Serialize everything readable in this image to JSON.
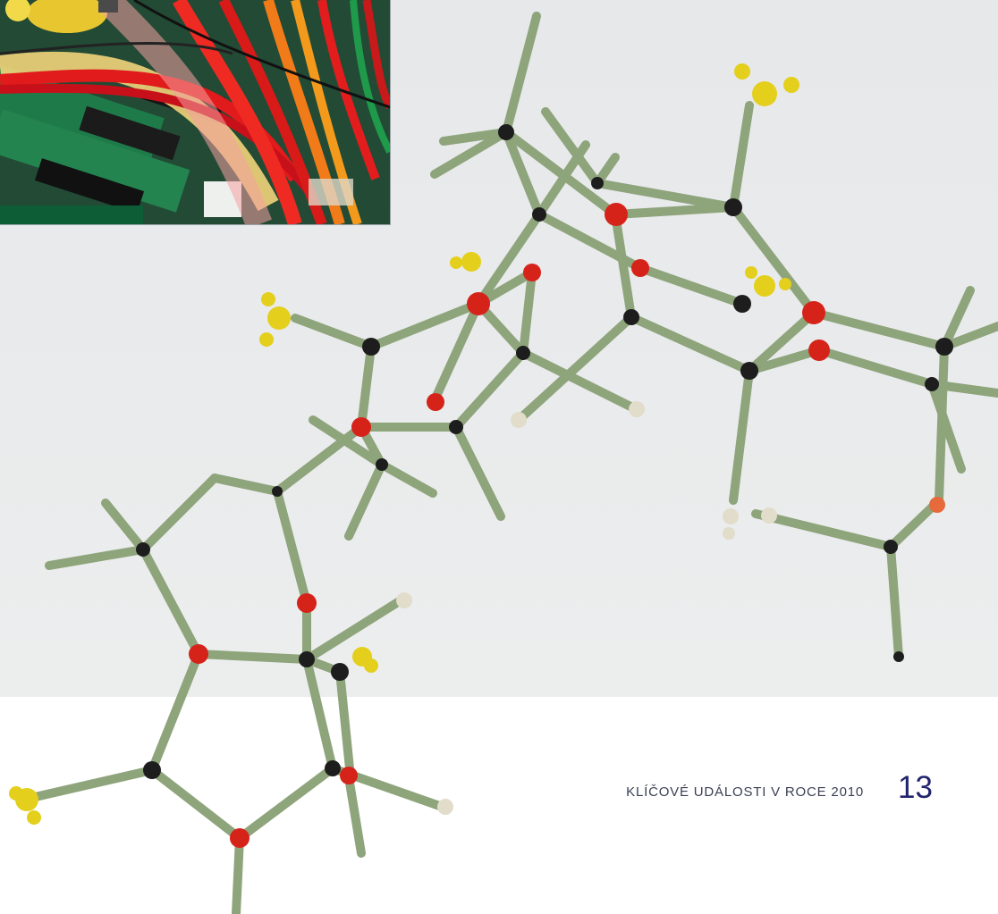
{
  "footer": {
    "section_title": "KLÍČOVÉ UDÁLOSTI V ROCE 2010",
    "page_number": "13"
  },
  "images": {
    "inset": "computer-motherboard-cables-photo",
    "main": "molecular-model-photo"
  },
  "colors": {
    "text_dark": "#3b3f54",
    "page_number": "#22256d",
    "background_band": "#e8eaec",
    "bond_green": "#8fa67a",
    "atom_red": "#d8241c",
    "atom_black": "#1c1c1c",
    "atom_yellow": "#e6d020",
    "atom_white": "#e4ddcc"
  }
}
